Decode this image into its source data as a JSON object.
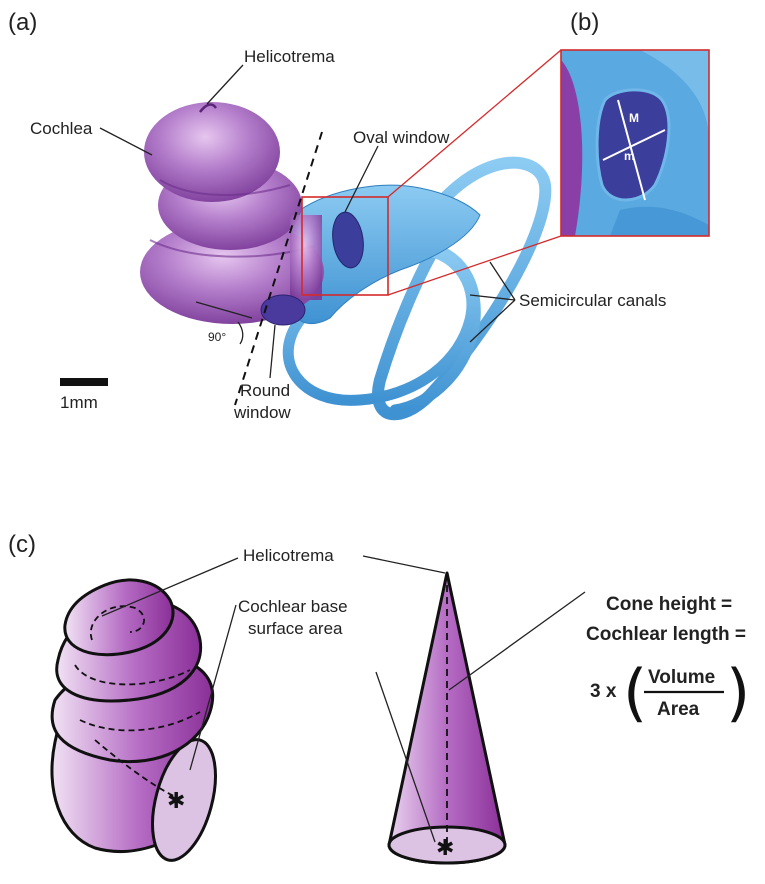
{
  "panels": {
    "a": "(a)",
    "b": "(b)",
    "c": "(c)"
  },
  "labels_a": {
    "helicotrema": "Helicotrema",
    "cochlea": "Cochlea",
    "oval_window": "Oval window",
    "semicircular_canals": "Semicircular canals",
    "angle": "90°",
    "round_window_line1": "Round",
    "round_window_line2": "window",
    "scale_bar": "1mm"
  },
  "labels_b": {
    "major": "M",
    "minor": "m"
  },
  "labels_c": {
    "helicotrema": "Helicotrema",
    "base_area_line1": "Cochlear base",
    "base_area_line2": "surface area",
    "formula_line1": "Cone height =",
    "formula_line2": "Cochlear length =",
    "formula_multiplier": "3 x",
    "numerator": "Volume",
    "denominator": "Area"
  },
  "colors": {
    "cochlea_purple": "#a86bc4",
    "cochlea_dark": "#7a3a98",
    "canal_blue": "#5aa9e0",
    "canal_dark": "#2f7fc0",
    "window_navy": "#3b3e9a",
    "highlight_red": "#d42a2a",
    "drawing_purple": "#9b3fa8",
    "drawing_light": "#d9b8e0"
  }
}
